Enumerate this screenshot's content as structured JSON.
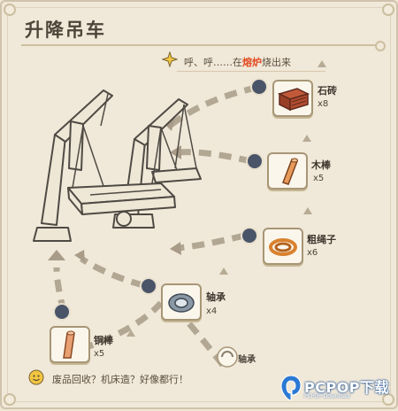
{
  "title": "升降吊车",
  "hint": {
    "prefix": "呼、呼……在",
    "keyword": "熔炉",
    "suffix": "烧出来"
  },
  "colors": {
    "accent": "#e24a20",
    "node_dot": "#4a5468",
    "path": "#a89c88"
  },
  "materials": [
    {
      "name": "石砖",
      "count": "x8",
      "icon": "brick-icon"
    },
    {
      "name": "木棒",
      "count": "x5",
      "icon": "wood-stick-icon"
    },
    {
      "name": "粗绳子",
      "count": "x6",
      "icon": "rope-icon"
    },
    {
      "name": "轴承",
      "count": "x4",
      "icon": "bearing-icon"
    },
    {
      "name": "铜棒",
      "count": "x5",
      "icon": "copper-rod-icon"
    }
  ],
  "locked_node": {
    "name": "轴承"
  },
  "footer": "废品回收？机床造？好像都行！",
  "watermark": {
    "brand": "PCPOP下载",
    "sub": "PCPOP Download"
  }
}
